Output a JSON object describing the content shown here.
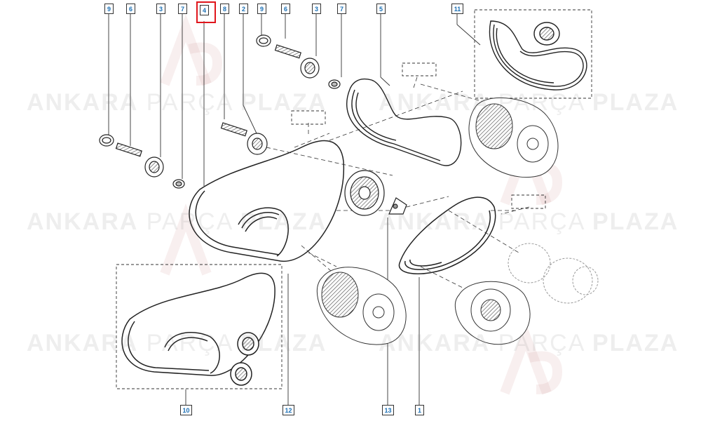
{
  "diagram": {
    "callouts_top": [
      "9",
      "6",
      "3",
      "7",
      "4",
      "8",
      "2",
      "9",
      "6",
      "3",
      "7",
      "5",
      "11"
    ],
    "callouts_bottom": [
      "10",
      "12",
      "13",
      "1"
    ],
    "selected_part": "4",
    "highlight_color": "#e0161c",
    "callout_text_color": "#1a6fb5"
  },
  "watermark": {
    "brand_1": "ANKARA",
    "brand_2": "PARÇA",
    "brand_3": "PLAZA"
  }
}
